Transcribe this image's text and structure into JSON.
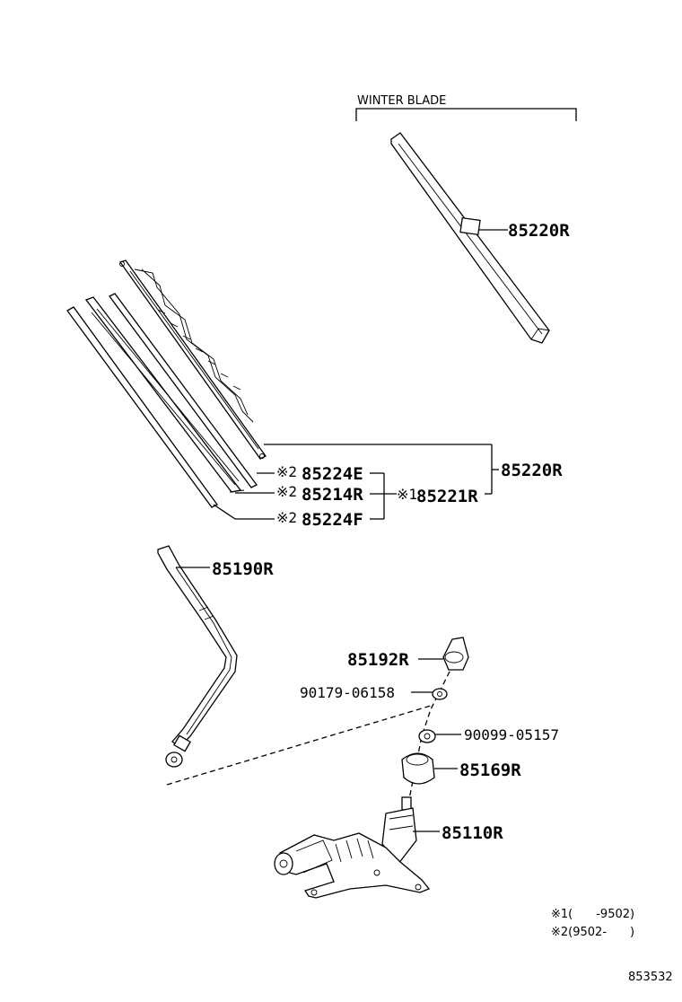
{
  "header": {
    "winter_blade": "WINTER BLADE"
  },
  "parts": {
    "winter_blade_assy": "85220R",
    "blade_assy": "85220R",
    "rubber_e": "85224E",
    "backing_plate": "85214R",
    "rubber_f": "85224F",
    "rubber_sub": "85221R",
    "arm": "85190R",
    "cap": "85192R",
    "nut": "90179-06158",
    "washer": "90099-05157",
    "cushion": "85169R",
    "motor": "85110R"
  },
  "marks": {
    "m2a": "※2",
    "m2b": "※2",
    "m2c": "※2",
    "m1": "※1"
  },
  "notes": {
    "n1": "※1(　　-9502)",
    "n2": "※2(9502-　　)"
  },
  "footer": {
    "code": "853532"
  }
}
